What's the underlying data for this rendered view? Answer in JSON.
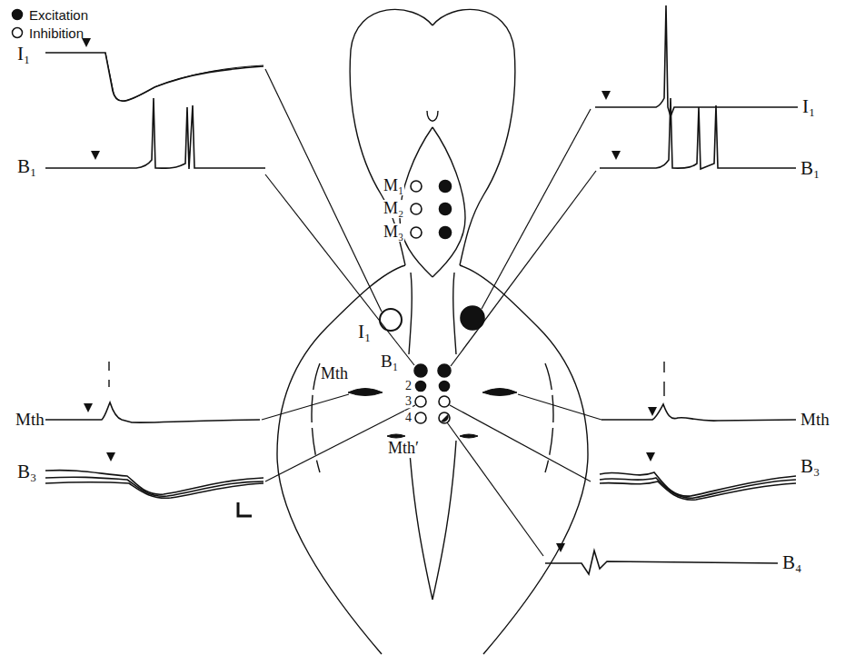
{
  "diagram": {
    "labels": [
      "I₁",
      "I₁",
      "M₁",
      "M₂",
      "M₃",
      "I₁",
      "B₁",
      "B₁",
      "B₁",
      "2",
      "3",
      "4",
      "Mth",
      "Mth",
      "Mth",
      "Mth′",
      "B₃",
      "B₃",
      "B₄"
    ],
    "legend": [
      {
        "text": "Excitation"
      },
      {
        "text": "Inhibition"
      }
    ]
  }
}
